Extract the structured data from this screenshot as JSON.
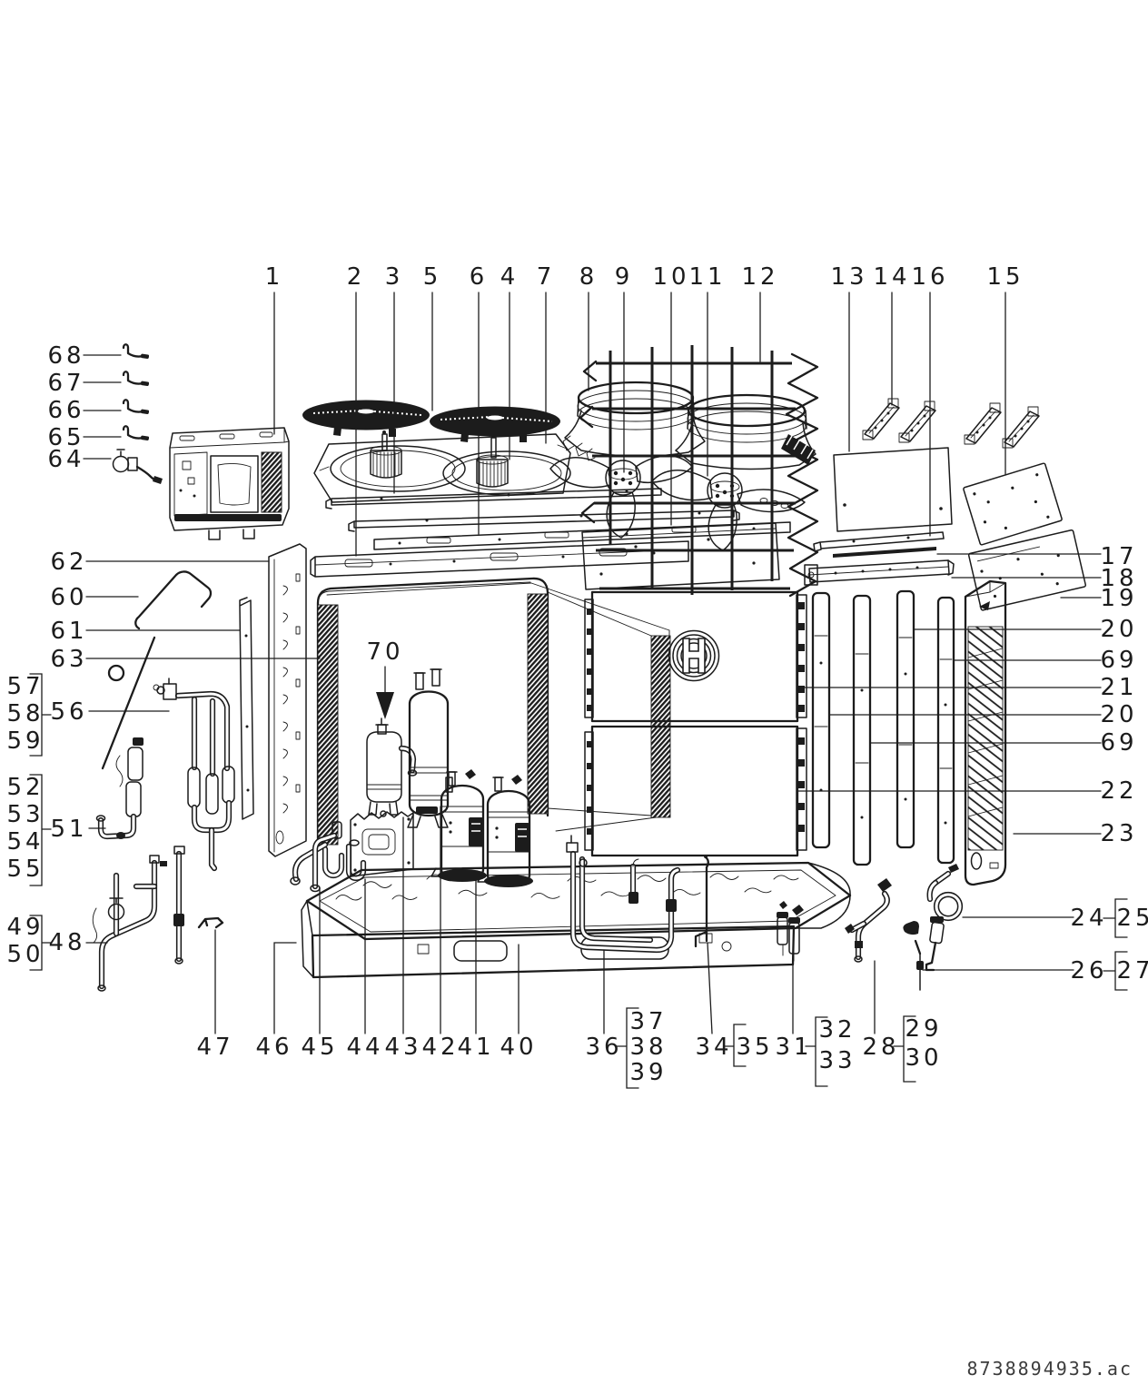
{
  "meta": {
    "part_number": "8738894935.ac"
  },
  "colors": {
    "line": "#1c1c1c",
    "background": "#ffffff"
  },
  "icons": {
    "brand_logo": "bosch-logo",
    "callout_pointer": "down-arrow"
  },
  "callouts": {
    "top": [
      "1",
      "2",
      "3",
      "5",
      "6",
      "4",
      "7",
      "8",
      "9",
      "10",
      "11",
      "12",
      "13",
      "14",
      "16",
      "15"
    ],
    "left": [
      "68",
      "67",
      "66",
      "65",
      "64",
      "62",
      "60",
      "61",
      "63",
      "56",
      "51",
      "48"
    ],
    "left_groups": [
      {
        "items": [
          "57",
          "58",
          "59"
        ],
        "links_to": "56"
      },
      {
        "items": [
          "52",
          "53",
          "54",
          "55"
        ],
        "links_to": "51"
      },
      {
        "items": [
          "49",
          "50"
        ],
        "links_to": "48"
      }
    ],
    "right": [
      "17",
      "18",
      "19",
      "20",
      "69",
      "21",
      "20",
      "69",
      "22",
      "23"
    ],
    "right_groups": [
      {
        "main": "24",
        "items": [
          "25"
        ]
      },
      {
        "main": "26",
        "items": [
          "27"
        ]
      }
    ],
    "bottom": [
      "47",
      "46",
      "45",
      "44",
      "43",
      "42",
      "41",
      "40"
    ],
    "bottom_groups": [
      {
        "main": "36",
        "items": [
          "37",
          "38",
          "39"
        ]
      },
      {
        "main": "34",
        "items": [
          "35"
        ]
      },
      {
        "main": "31",
        "items": [
          "32",
          "33"
        ]
      },
      {
        "main": "28",
        "items": [
          "29",
          "30"
        ]
      }
    ],
    "arrow": "70"
  }
}
